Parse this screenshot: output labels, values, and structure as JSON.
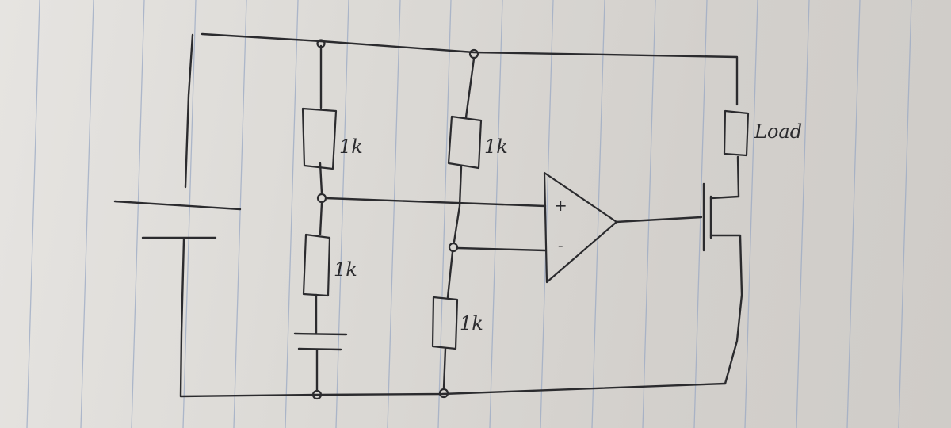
{
  "resistors": {
    "r_top_left": {
      "value": "1k"
    },
    "r_bottom_left": {
      "value": "1k"
    },
    "r_top_right": {
      "value": "1k"
    },
    "r_bottom_right": {
      "value": "1k"
    }
  },
  "load": {
    "label": "Load"
  },
  "opamp": {
    "plus_label": "+",
    "minus_label": "-"
  },
  "colors": {
    "ink": "#2b2b2e",
    "paper": "#dcdad6",
    "ruled_line": "#9aa9c4"
  }
}
